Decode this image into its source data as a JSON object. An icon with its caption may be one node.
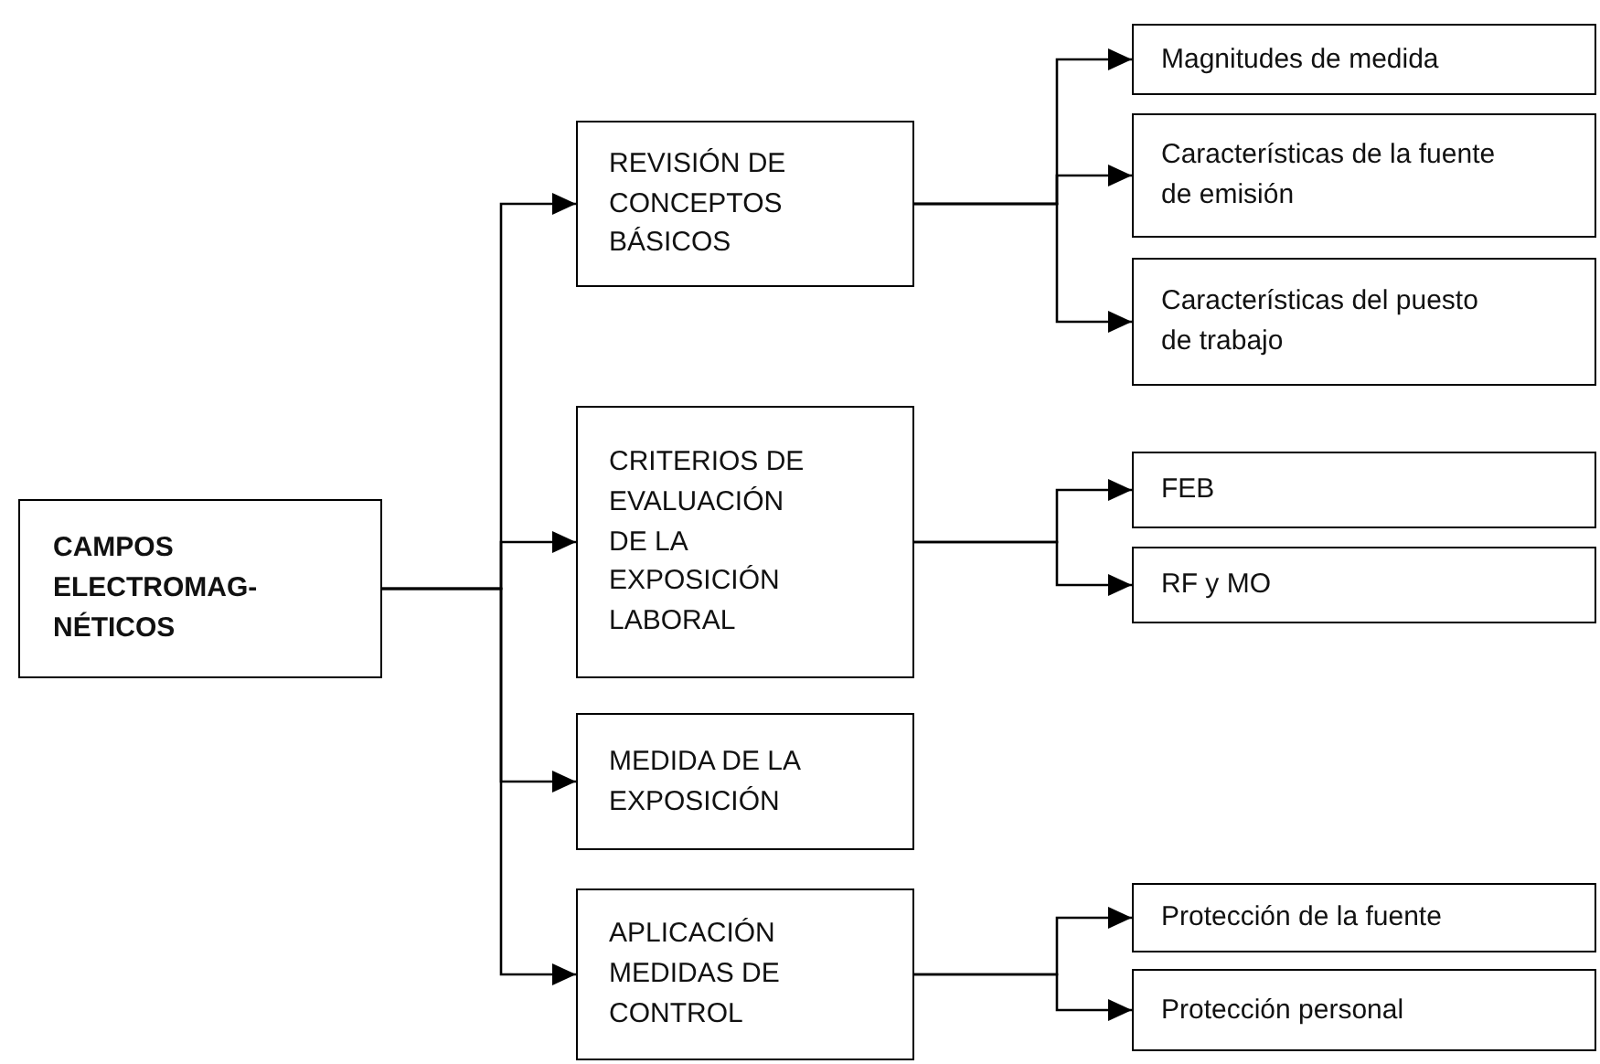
{
  "diagram": {
    "nodes": [
      {
        "text": [
          "CAMPOS ELECTROMAG- NÉTICOS"
        ]
      },
      {
        "text": [
          "REVISIÓN DE CONCEPTOS BÁSICOS"
        ]
      },
      {
        "text": [
          "CRITERIOS DE EVALUACIÓN DE LA EXPOSICIÓN LABORAL"
        ]
      },
      {
        "text": [
          "MEDIDA DE LA EXPOSICIÓN"
        ]
      },
      {
        "text": [
          "APLICACIÓN MEDIDAS DE CONTROL"
        ]
      },
      {
        "text": [
          "Magnitudes de medida"
        ]
      },
      {
        "text": [
          "Características de la fuente de emisión"
        ]
      },
      {
        "text": [
          "Características del puesto de trabajo"
        ]
      },
      {
        "text": [
          "FEB"
        ]
      },
      {
        "text": [
          "RF y MO"
        ]
      },
      {
        "text": [
          "Protección de la fuente"
        ]
      },
      {
        "text": [
          "Protección personal"
        ]
      }
    ],
    "edges": [
      {
        "from": 0,
        "to": 1,
        "arrow": "to"
      },
      {
        "from": 0,
        "to": 2,
        "arrow": "to"
      },
      {
        "from": 0,
        "to": 3,
        "arrow": "to"
      },
      {
        "from": 0,
        "to": 4,
        "arrow": "to"
      },
      {
        "from": 1,
        "to": 5,
        "arrow": "to"
      },
      {
        "from": 1,
        "to": 6,
        "arrow": "to"
      },
      {
        "from": 1,
        "to": 7,
        "arrow": "to"
      },
      {
        "from": 2,
        "to": 8,
        "arrow": "to"
      },
      {
        "from": 2,
        "to": 9,
        "arrow": "to"
      },
      {
        "from": 4,
        "to": 10,
        "arrow": "to"
      },
      {
        "from": 4,
        "to": 11,
        "arrow": "to"
      }
    ]
  }
}
